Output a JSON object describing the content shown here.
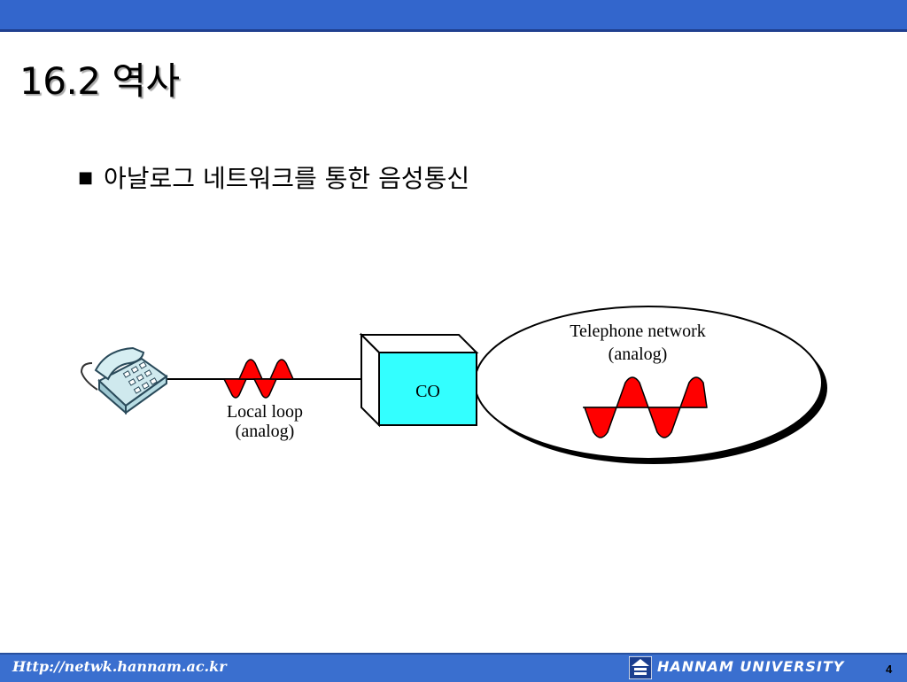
{
  "slide": {
    "title": "16.2 역사",
    "bullet_mark": "■",
    "bullet_text": "아날로그 네트워크를 통한 음성통신"
  },
  "diagram": {
    "co_label": "CO",
    "local_loop_line1": "Local loop",
    "local_loop_line2": "(analog)",
    "network_line1": "Telephone network",
    "network_line2": "(analog)",
    "colors": {
      "wave": "#ff0000",
      "co_box": "#33ffff",
      "line": "#000000"
    }
  },
  "footer": {
    "url": "Http://netwk.hannam.ac.kr",
    "university": "HANNAM UNIVERSITY",
    "page_number": "4"
  }
}
